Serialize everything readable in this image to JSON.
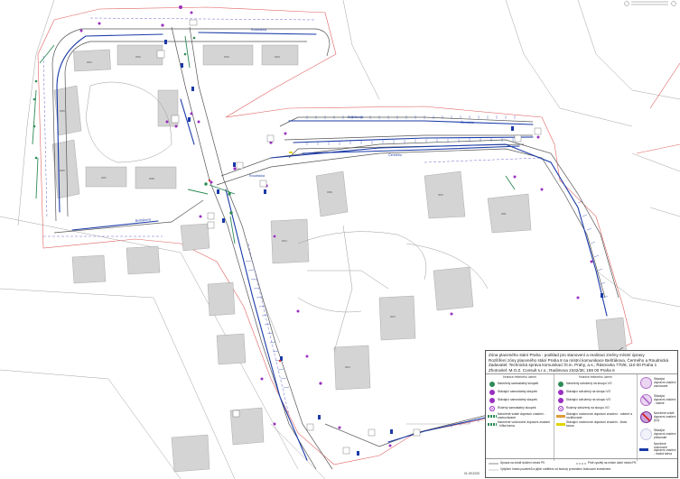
{
  "legend": {
    "title_lines": [
      "Zóna placeného stání Praha - podklad pro stanovení a realizaci změny místní úpravy",
      "Rozšíření zóny placeného stání Praha 8 na místní komunikace Bešťákova, Čermého a Roudnická",
      "Zadavatel: Technická správa komunikací hl.m. Prahy, a.s.; Řásnovka 770/8, 110 00 Praha 1",
      "Zhotovitel: M.O.Z. Consult s.r.o.; Radimova 2342/36; 169 00 Praha 6"
    ],
    "col1_header": "Hranice řešeného území",
    "col2_header": "Hranice řešeného území",
    "col1_items": [
      {
        "label": "Navržený samostatný sloupek",
        "color": "#2e8b57",
        "style": "filled"
      },
      {
        "label": "Stávající samostatný sloupek",
        "color": "#9b30c0",
        "style": "filled"
      },
      {
        "label": "Stávající samostatný sloupek",
        "color": "#9b30c0",
        "style": "filled"
      },
      {
        "label": "Rušený samostatný sloupek",
        "color": "#9b30c0",
        "style": "cross"
      },
      {
        "label": "Navržené svislé dopravní značení - zachovávané",
        "color": "#2e8b57",
        "style": "green-bar"
      },
      {
        "label": "Navržené vodorovné dopravní značení - šířka barva",
        "color": "#2e8b57",
        "style": "green-bar"
      }
    ],
    "col2_items": [
      {
        "label": "Navržený sdružený na sloupu VO",
        "color": "#2e8b57",
        "style": "filled"
      },
      {
        "label": "Stávající sdružený na sloupu VO",
        "color": "#9b30c0",
        "style": "filled"
      },
      {
        "label": "Stávající sdružený na sloupu VO",
        "color": "#9b30c0",
        "style": "filled"
      },
      {
        "label": "Rušený sdružený na sloupu VO",
        "color": "#9b30c0",
        "style": "cross"
      },
      {
        "label": "Stávající vodorovné dopravní značení - rušené a rozšiřované",
        "color": "#e09b3a",
        "style": "orange-bar"
      },
      {
        "label": "Stávající vodorovné dopravní značení - žlutá barva",
        "color": "#e2d400",
        "style": "yellow-bar"
      }
    ],
    "col3_items": [
      {
        "label": "Stávající dopravní značení zachované",
        "color": "#b070c8",
        "style": "ring"
      },
      {
        "label": "Stávající dopravní značení - rušené",
        "color": "#b070c8",
        "style": "ring-cross"
      },
      {
        "label": "Navržené svislé dopravní značení (DZ)",
        "color": "#7a2a9a",
        "style": "red-cross"
      },
      {
        "label": "Stávající dopravní značení přesunuté",
        "color": "#c8c8e8",
        "style": "ring-light"
      },
      {
        "label": "Navržené vodorovné dopravní značení - modrá barva",
        "color": "#1a3aa8",
        "style": "blue-bar"
      }
    ],
    "bottom_left": "Úprava na místě dotčení místní PK",
    "bottom_mid": "Plně využitý na místní době místní PK",
    "bottom_note": "Vytýčení hranic pozemků a jejich oddělení od budovy provedeno budoucím investorem",
    "date": "01.09.2020"
  },
  "map": {
    "street_labels": [
      "Roudnická",
      "Bešťákova",
      "Čermého",
      "Čermého",
      "Bešťákova",
      "Roudnická"
    ],
    "building_labels": [
      "0001",
      "0002",
      "0003",
      "0004",
      "0005",
      "0006",
      "0007",
      "0008",
      "0009",
      "0010",
      "0011",
      "0012",
      "0013",
      "0014"
    ],
    "colors": {
      "existing": "#9b30c0",
      "proposed": "#2e8b57",
      "blue_marking": "#1a3aa8",
      "boundary": "#e06060",
      "building": "#d4d4d4",
      "plot": "#555555"
    }
  }
}
